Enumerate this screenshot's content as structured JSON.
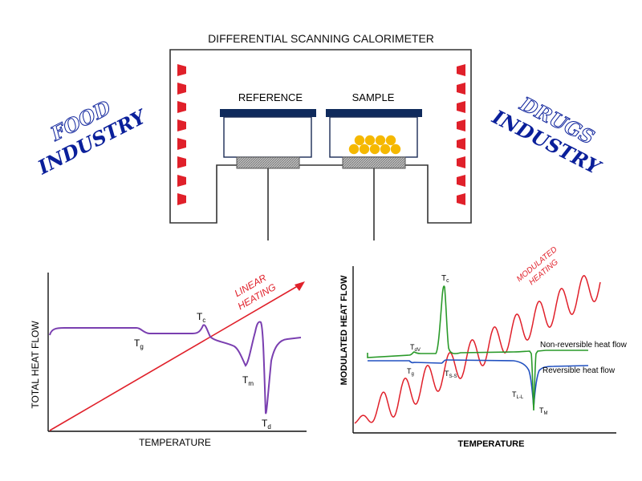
{
  "diagram": {
    "title": "DIFFERENTIAL SCANNING CALORIMETER",
    "reference_label": "REFERENCE",
    "sample_label": "SAMPLE",
    "left_slogan": [
      "FOOD",
      "INDUSTRY"
    ],
    "right_slogan": [
      "DRUGS",
      "INDUSTRY"
    ],
    "colors": {
      "heater": "#e0202a",
      "lid": "#0f2a5c",
      "sample": "#f5b800",
      "slogan": "#0a1f9a"
    }
  },
  "chart_left": {
    "ylabel": "TOTAL HEAT FLOW",
    "xlabel": "TEMPERATURE",
    "ramp_label": [
      "LINEAR",
      "HEATING"
    ],
    "annotations": {
      "tg": "T",
      "tg_sub": "g",
      "tc": "T",
      "tc_sub": "c",
      "tm": "T",
      "tm_sub": "m",
      "td": "T",
      "td_sub": "d"
    },
    "colors": {
      "curve": "#7a3fb0",
      "ramp": "#e0202a"
    }
  },
  "chart_right": {
    "ylabel": "MODULATED HEAT FLOW",
    "xlabel": "TEMPERATURE",
    "ramp_label": [
      "MODULATED",
      "HEATING"
    ],
    "legend_nonrev": "Non-reversible heat flow",
    "legend_rev": "Reversible heat flow",
    "annotations": {
      "tc": "T",
      "tc_sub": "c",
      "tdv": "T",
      "tdv_sub": "dV",
      "tg": "T",
      "tg_sub": "g",
      "tss": "T",
      "tss_sub": "S-S",
      "tll": "T",
      "tll_sub": "L-L",
      "tm": "T",
      "tm_sub": "M"
    },
    "colors": {
      "nonrev": "#2a9a2a",
      "rev": "#2050c0",
      "ramp": "#e0202a"
    }
  }
}
